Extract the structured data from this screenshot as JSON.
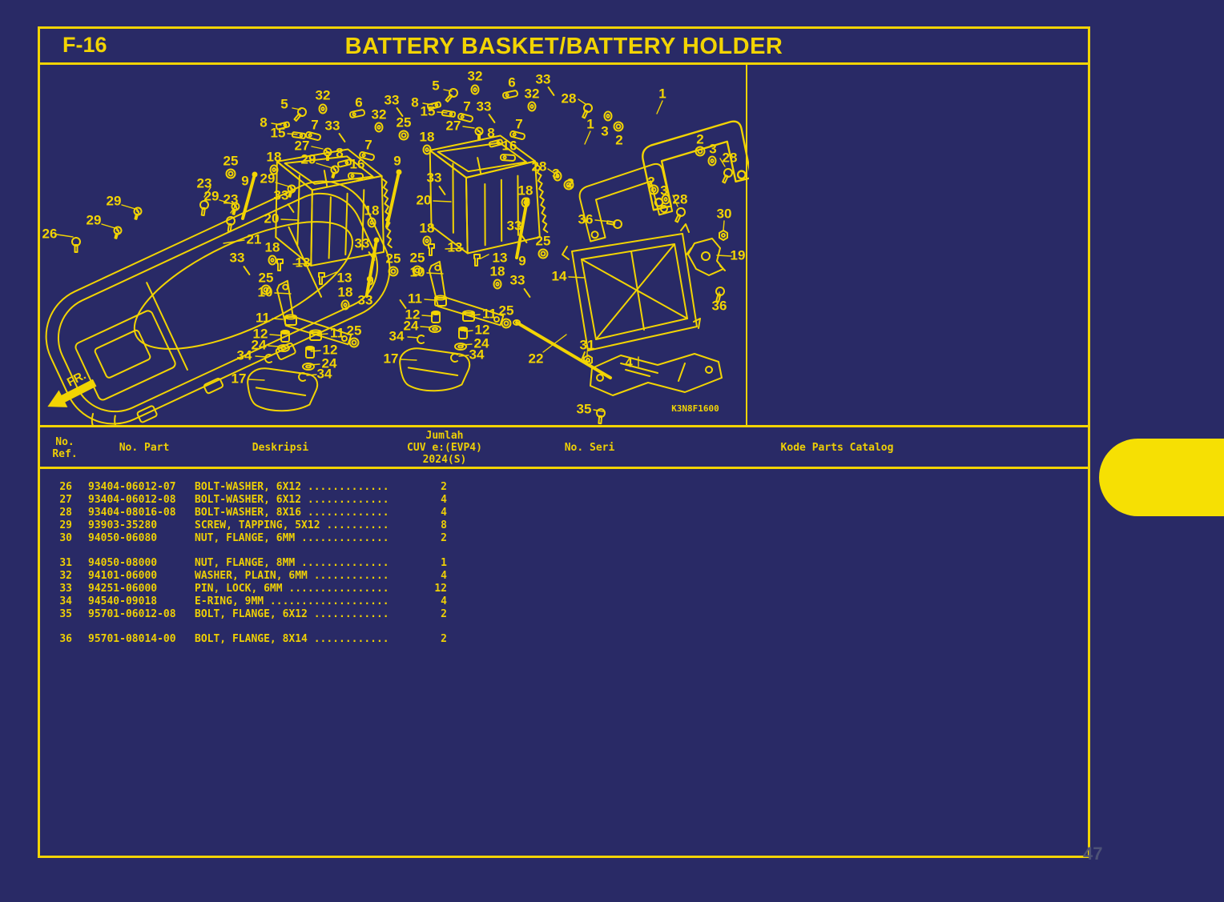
{
  "colors": {
    "background": "#292a66",
    "accent_yellow": "#f2d403",
    "tab_yellow": "#f6e003",
    "page_number_gray": "#4d5276"
  },
  "header": {
    "section_code": "F-16",
    "title": "BATTERY BASKET/BATTERY HOLDER"
  },
  "footer": {
    "page_number": "47"
  },
  "diagram": {
    "code": "K3N8F1600",
    "fr_label": "FR.",
    "labels": [
      [
        "29",
        338,
        122
      ],
      [
        "29",
        287,
        146
      ],
      [
        "29",
        217,
        168
      ],
      [
        "29",
        95,
        174
      ],
      [
        "29",
        70,
        198
      ],
      [
        "26",
        15,
        215
      ],
      [
        "23",
        208,
        152
      ],
      [
        "23",
        241,
        172
      ],
      [
        "21",
        270,
        222
      ],
      [
        "33",
        249,
        245
      ],
      [
        "5",
        308,
        53
      ],
      [
        "32",
        356,
        42
      ],
      [
        "6",
        401,
        51
      ],
      [
        "33",
        442,
        48
      ],
      [
        "8",
        282,
        76
      ],
      [
        "7",
        346,
        79
      ],
      [
        "33",
        368,
        80
      ],
      [
        "15",
        300,
        89
      ],
      [
        "32",
        426,
        66
      ],
      [
        "25",
        457,
        76
      ],
      [
        "27",
        330,
        105
      ],
      [
        "7",
        413,
        104
      ],
      [
        "8",
        377,
        114
      ],
      [
        "16",
        399,
        128
      ],
      [
        "18",
        295,
        119
      ],
      [
        "25",
        241,
        124
      ],
      [
        "9",
        259,
        149
      ],
      [
        "33",
        304,
        167
      ],
      [
        "18",
        417,
        186
      ],
      [
        "33",
        405,
        227
      ],
      [
        "20",
        292,
        196
      ],
      [
        "18",
        293,
        232
      ],
      [
        "13",
        331,
        251
      ],
      [
        "13",
        383,
        270
      ],
      [
        "25",
        285,
        270
      ],
      [
        "10",
        284,
        288
      ],
      [
        "18",
        384,
        288
      ],
      [
        "9",
        415,
        274
      ],
      [
        "33",
        409,
        298
      ],
      [
        "25",
        395,
        336
      ],
      [
        "11",
        281,
        320
      ],
      [
        "11",
        374,
        339
      ],
      [
        "12",
        278,
        340
      ],
      [
        "12",
        365,
        360
      ],
      [
        "24",
        276,
        354
      ],
      [
        "24",
        364,
        377
      ],
      [
        "34",
        258,
        367
      ],
      [
        "34",
        358,
        390
      ],
      [
        "17",
        251,
        396
      ],
      [
        "5",
        497,
        30
      ],
      [
        "32",
        546,
        18
      ],
      [
        "6",
        592,
        26
      ],
      [
        "33",
        631,
        22
      ],
      [
        "8",
        471,
        51
      ],
      [
        "15",
        487,
        62
      ],
      [
        "7",
        536,
        56
      ],
      [
        "33",
        557,
        56
      ],
      [
        "32",
        617,
        40
      ],
      [
        "27",
        519,
        80
      ],
      [
        "8",
        566,
        89
      ],
      [
        "16",
        589,
        105
      ],
      [
        "7",
        601,
        78
      ],
      [
        "9",
        449,
        124
      ],
      [
        "18",
        486,
        94
      ],
      [
        "33",
        495,
        145
      ],
      [
        "20",
        482,
        173
      ],
      [
        "28",
        626,
        131
      ],
      [
        "3",
        647,
        140
      ],
      [
        "2",
        665,
        152
      ],
      [
        "18",
        609,
        161
      ],
      [
        "33",
        595,
        205
      ],
      [
        "25",
        631,
        224
      ],
      [
        "18",
        486,
        208
      ],
      [
        "25",
        444,
        246
      ],
      [
        "25",
        474,
        245
      ],
      [
        "13",
        521,
        232
      ],
      [
        "13",
        577,
        245
      ],
      [
        "10",
        474,
        263
      ],
      [
        "18",
        574,
        262
      ],
      [
        "9",
        605,
        249
      ],
      [
        "33",
        599,
        273
      ],
      [
        "25",
        585,
        311
      ],
      [
        "11",
        471,
        296
      ],
      [
        "11",
        564,
        315
      ],
      [
        "12",
        468,
        316
      ],
      [
        "12",
        555,
        335
      ],
      [
        "24",
        466,
        330
      ],
      [
        "24",
        554,
        352
      ],
      [
        "34",
        448,
        343
      ],
      [
        "34",
        548,
        366
      ],
      [
        "17",
        441,
        371
      ],
      [
        "28",
        663,
        46
      ],
      [
        "1",
        780,
        40
      ],
      [
        "1",
        690,
        78
      ],
      [
        "3",
        708,
        87
      ],
      [
        "2",
        726,
        98
      ],
      [
        "2",
        827,
        97
      ],
      [
        "3",
        843,
        109
      ],
      [
        "28",
        864,
        120
      ],
      [
        "2",
        766,
        150
      ],
      [
        "3",
        782,
        161
      ],
      [
        "28",
        802,
        172
      ],
      [
        "36",
        684,
        197
      ],
      [
        "30",
        857,
        190
      ],
      [
        "19",
        874,
        242
      ],
      [
        "36",
        851,
        305
      ],
      [
        "14",
        651,
        268
      ],
      [
        "22",
        622,
        371
      ],
      [
        "31",
        686,
        354
      ],
      [
        "4",
        738,
        376
      ],
      [
        "35",
        682,
        434
      ]
    ],
    "leaders": [
      [
        348,
        126,
        368,
        132
      ],
      [
        297,
        150,
        317,
        156
      ],
      [
        227,
        172,
        247,
        178
      ],
      [
        105,
        178,
        125,
        184
      ],
      [
        80,
        202,
        100,
        208
      ],
      [
        24,
        215,
        44,
        218
      ],
      [
        216,
        156,
        208,
        168
      ],
      [
        249,
        176,
        241,
        188
      ],
      [
        258,
        222,
        232,
        226
      ],
      [
        304,
        196,
        326,
        197
      ],
      [
        494,
        173,
        516,
        174
      ],
      [
        296,
        288,
        316,
        289
      ],
      [
        486,
        263,
        506,
        264
      ],
      [
        263,
        396,
        283,
        397
      ],
      [
        453,
        371,
        473,
        372
      ],
      [
        663,
        268,
        683,
        269
      ],
      [
        696,
        197,
        716,
        199
      ],
      [
        851,
        297,
        851,
        287
      ],
      [
        857,
        198,
        856,
        210
      ],
      [
        866,
        242,
        848,
        241
      ],
      [
        631,
        362,
        660,
        340
      ],
      [
        686,
        361,
        686,
        368
      ],
      [
        694,
        434,
        706,
        436
      ],
      [
        750,
        380,
        750,
        368
      ],
      [
        675,
        46,
        684,
        52
      ],
      [
        852,
        120,
        858,
        130
      ],
      [
        793,
        166,
        799,
        180
      ],
      [
        637,
        133,
        646,
        139
      ],
      [
        780,
        48,
        773,
        64
      ],
      [
        690,
        86,
        683,
        102
      ],
      [
        318,
        57,
        328,
        59
      ],
      [
        507,
        34,
        517,
        36
      ],
      [
        292,
        76,
        304,
        78
      ],
      [
        481,
        51,
        493,
        53
      ],
      [
        312,
        89,
        324,
        90
      ],
      [
        499,
        62,
        511,
        63
      ],
      [
        342,
        105,
        356,
        108
      ],
      [
        531,
        80,
        545,
        82
      ],
      [
        341,
        251,
        319,
        252
      ],
      [
        373,
        262,
        359,
        268
      ],
      [
        531,
        232,
        509,
        233
      ],
      [
        563,
        240,
        553,
        245
      ],
      [
        293,
        320,
        306,
        321
      ],
      [
        483,
        296,
        496,
        297
      ],
      [
        362,
        339,
        350,
        340
      ],
      [
        552,
        315,
        542,
        316
      ],
      [
        290,
        340,
        303,
        341
      ],
      [
        480,
        316,
        493,
        317
      ],
      [
        353,
        360,
        341,
        361
      ],
      [
        543,
        335,
        533,
        336
      ],
      [
        288,
        354,
        301,
        355
      ],
      [
        478,
        330,
        491,
        331
      ],
      [
        352,
        377,
        340,
        378
      ],
      [
        542,
        352,
        530,
        353
      ],
      [
        272,
        367,
        285,
        368
      ],
      [
        462,
        343,
        475,
        344
      ],
      [
        348,
        390,
        336,
        391
      ],
      [
        538,
        366,
        526,
        367
      ]
    ],
    "bits": [
      [
        "screw",
        371,
        134,
        15
      ],
      [
        "screw",
        317,
        158,
        15
      ],
      [
        "screw",
        247,
        180,
        15
      ],
      [
        "screw",
        125,
        186,
        15
      ],
      [
        "screw",
        100,
        210,
        15
      ],
      [
        "bolt",
        48,
        224,
        0
      ],
      [
        "bolt",
        208,
        178,
        8
      ],
      [
        "bolt",
        241,
        198,
        8
      ],
      [
        "screw",
        362,
        112,
        0
      ],
      [
        "screw",
        551,
        86,
        0
      ],
      [
        "bolt",
        330,
        62,
        40
      ],
      [
        "bolt",
        519,
        38,
        40
      ],
      [
        "washer",
        356,
        58,
        0
      ],
      [
        "washer",
        426,
        81,
        0
      ],
      [
        "washer",
        546,
        34,
        0
      ],
      [
        "washer",
        617,
        55,
        0
      ],
      [
        "lever",
        399,
        64,
        -12
      ],
      [
        "lever",
        590,
        40,
        -12
      ],
      [
        "lever",
        344,
        92,
        14
      ],
      [
        "lever",
        411,
        117,
        14
      ],
      [
        "lever",
        534,
        69,
        14
      ],
      [
        "lever",
        599,
        91,
        14
      ],
      [
        "plate",
        306,
        79,
        -14
      ],
      [
        "plate",
        495,
        54,
        -14
      ],
      [
        "plate",
        383,
        126,
        -14
      ],
      [
        "plate",
        572,
        101,
        -14
      ],
      [
        "plate",
        326,
        91,
        8
      ],
      [
        "plate",
        513,
        64,
        8
      ],
      [
        "lever",
        397,
        142,
        4
      ],
      [
        "lever",
        587,
        119,
        4
      ],
      [
        "stick",
        380,
        94,
        55
      ],
      [
        "stick",
        452,
        62,
        55
      ],
      [
        "stick",
        567,
        70,
        55
      ],
      [
        "stick",
        641,
        36,
        55
      ],
      [
        "stick",
        316,
        182,
        55
      ],
      [
        "stick",
        417,
        242,
        55
      ],
      [
        "stick",
        505,
        160,
        55
      ],
      [
        "stick",
        607,
        220,
        55
      ],
      [
        "stick",
        261,
        260,
        55
      ],
      [
        "stick",
        456,
        302,
        55
      ],
      [
        "stick",
        611,
        288,
        55
      ],
      [
        "washer",
        295,
        134,
        0
      ],
      [
        "washer",
        417,
        200,
        0
      ],
      [
        "washer",
        293,
        247,
        0
      ],
      [
        "washer",
        384,
        303,
        0
      ],
      [
        "washer",
        486,
        109,
        0
      ],
      [
        "washer",
        609,
        175,
        0
      ],
      [
        "washer",
        486,
        223,
        0
      ],
      [
        "washer",
        574,
        277,
        0
      ],
      [
        "ring",
        241,
        139,
        0
      ],
      [
        "ring",
        457,
        91,
        0
      ],
      [
        "ring",
        285,
        284,
        0
      ],
      [
        "ring",
        395,
        350,
        0
      ],
      [
        "ring",
        444,
        261,
        0
      ],
      [
        "ring",
        474,
        260,
        0
      ],
      [
        "ring",
        631,
        239,
        0
      ],
      [
        "ring",
        585,
        326,
        0
      ],
      [
        "lockpin",
        303,
        253,
        0
      ],
      [
        "lockpin",
        355,
        270,
        0
      ],
      [
        "lockpin",
        492,
        234,
        0
      ],
      [
        "lockpin",
        549,
        247,
        0
      ],
      [
        "cyl",
        316,
        323,
        0
      ],
      [
        "cyl",
        347,
        342,
        0
      ],
      [
        "cyl",
        503,
        299,
        0
      ],
      [
        "cyl",
        538,
        318,
        0
      ],
      [
        "cyl2",
        309,
        343,
        0
      ],
      [
        "cyl2",
        340,
        363,
        0
      ],
      [
        "cyl2",
        497,
        319,
        0
      ],
      [
        "cyl2",
        531,
        339,
        0
      ],
      [
        "clip",
        307,
        357,
        0
      ],
      [
        "clip",
        338,
        380,
        0
      ],
      [
        "clip",
        496,
        333,
        0
      ],
      [
        "clip",
        528,
        355,
        0
      ],
      [
        "ering",
        289,
        370,
        0
      ],
      [
        "ering",
        331,
        393,
        0
      ],
      [
        "ering",
        479,
        346,
        0
      ],
      [
        "ering",
        521,
        369,
        0
      ],
      [
        "washer",
        712,
        67,
        0
      ],
      [
        "ring",
        725,
        80,
        0
      ],
      [
        "ring",
        827,
        111,
        0
      ],
      [
        "washer",
        842,
        123,
        0
      ],
      [
        "bolt",
        862,
        138,
        25
      ],
      [
        "ring",
        769,
        159,
        0
      ],
      [
        "washer",
        784,
        171,
        0
      ],
      [
        "bolt",
        803,
        187,
        25
      ],
      [
        "washer",
        649,
        142,
        0
      ],
      [
        "ring",
        663,
        153,
        0
      ],
      [
        "bolt",
        687,
        57,
        25
      ],
      [
        "bolt",
        724,
        202,
        100
      ],
      [
        "bolt",
        852,
        286,
        15
      ],
      [
        "nut",
        856,
        216,
        0
      ],
      [
        "nut",
        687,
        372,
        0
      ],
      [
        "bolt",
        703,
        438,
        5
      ]
    ]
  },
  "table": {
    "headers": {
      "ref": "No.\nRef.",
      "part": "No. Part",
      "desc": "Deskripsi",
      "qty": "Jumlah\nCUV e:(EVP4)\n2024(S)",
      "seri": "No. Seri",
      "kode": "Kode Parts Catalog"
    },
    "groups": [
      [
        [
          "26",
          "93404-06012-07",
          "BOLT-WASHER, 6X12 .............",
          "2"
        ],
        [
          "27",
          "93404-06012-08",
          "BOLT-WASHER, 6X12 .............",
          "4"
        ],
        [
          "28",
          "93404-08016-08",
          "BOLT-WASHER, 8X16 .............",
          "4"
        ],
        [
          "29",
          "93903-35280",
          "SCREW, TAPPING, 5X12 ..........",
          "8"
        ],
        [
          "30",
          "94050-06080",
          "NUT, FLANGE, 6MM ..............",
          "2"
        ]
      ],
      [
        [
          "31",
          "94050-08000",
          "NUT, FLANGE, 8MM ..............",
          "1"
        ],
        [
          "32",
          "94101-06000",
          "WASHER, PLAIN, 6MM ............",
          "4"
        ],
        [
          "33",
          "94251-06000",
          "PIN, LOCK, 6MM ................",
          "12"
        ],
        [
          "34",
          "94540-09018",
          "E-RING, 9MM ...................",
          "4"
        ],
        [
          "35",
          "95701-06012-08",
          "BOLT, FLANGE, 6X12 ............",
          "2"
        ]
      ],
      [
        [
          "36",
          "95701-08014-00",
          "BOLT, FLANGE, 8X14 ............",
          "2"
        ]
      ]
    ]
  }
}
